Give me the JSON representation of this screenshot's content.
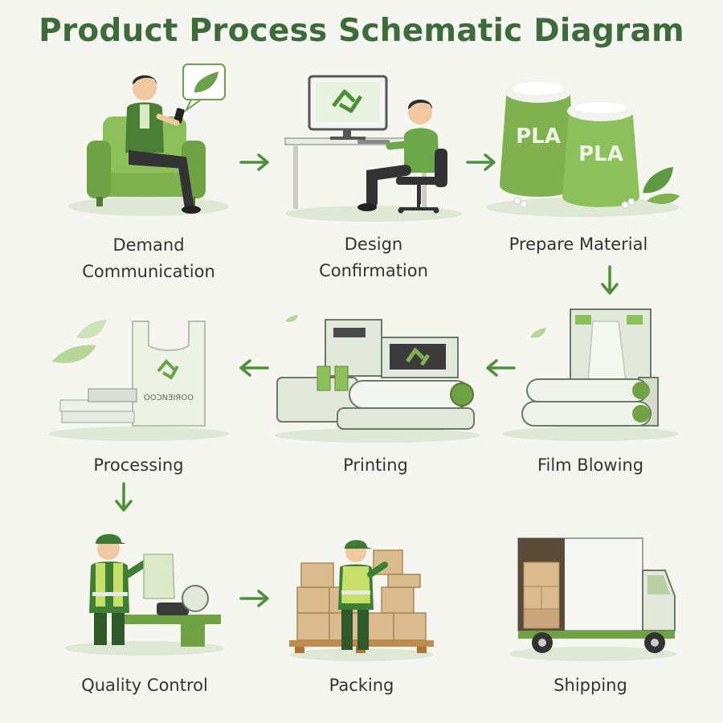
{
  "title": "Product Process Schematic Diagram",
  "steps": [
    {
      "id": "demand",
      "line1": "Demand",
      "line2": "Communication"
    },
    {
      "id": "design",
      "line1": "Design",
      "line2": "Confirmation"
    },
    {
      "id": "material",
      "line1": "Prepare Material"
    },
    {
      "id": "film",
      "line1": "Film Blowing"
    },
    {
      "id": "printing",
      "line1": "Printing"
    },
    {
      "id": "processing",
      "line1": "Processing"
    },
    {
      "id": "quality",
      "line1": "Quality Control"
    },
    {
      "id": "packing",
      "line1": "Packing"
    },
    {
      "id": "shipping",
      "line1": "Shipping"
    }
  ],
  "bag_label": "PLA",
  "bag_text": "OOƆNƎIЯOO",
  "colors": {
    "accent": "#4e8f3a",
    "title": "#3d6b3a",
    "light_green": "#a6cf7f",
    "machine": "#e3e8dc",
    "box": "#c9a77a"
  }
}
